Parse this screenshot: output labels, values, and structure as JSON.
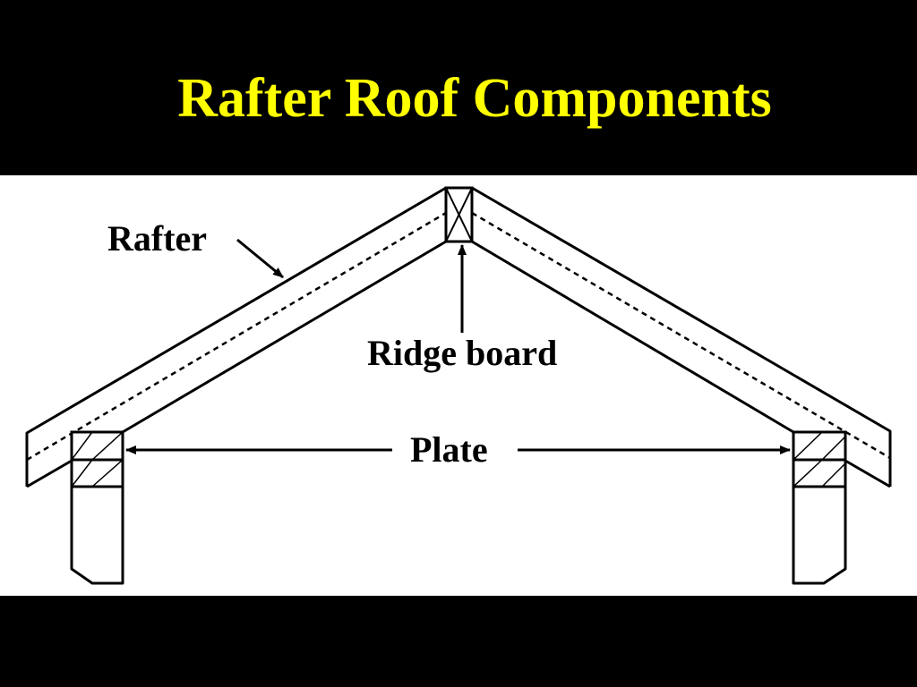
{
  "title": "Rafter Roof Components",
  "labels": {
    "rafter": "Rafter",
    "ridge_board": "Ridge board",
    "plate": "Plate"
  },
  "colors": {
    "title": "#FFFF00",
    "background": "#000000",
    "panel": "#FFFFFF",
    "lines": "#000000"
  }
}
